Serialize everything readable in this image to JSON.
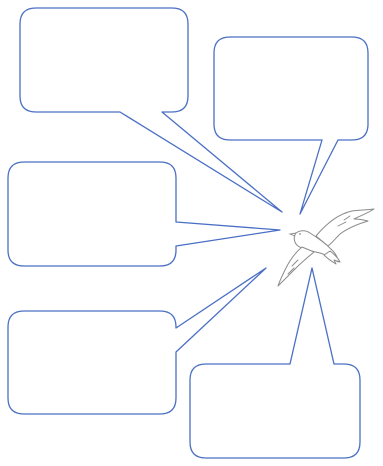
{
  "diagram": {
    "callouts": [
      {
        "id": "top-left",
        "text": ""
      },
      {
        "id": "top-right",
        "text": ""
      },
      {
        "id": "middle-left",
        "text": ""
      },
      {
        "id": "bottom-left",
        "text": ""
      },
      {
        "id": "bottom-right",
        "text": ""
      }
    ],
    "center_image_icon": "seagull-outline-icon",
    "colors": {
      "callout_stroke": "#4a6fc4",
      "bird_stroke": "#8a8a8a",
      "background": "#ffffff"
    }
  }
}
